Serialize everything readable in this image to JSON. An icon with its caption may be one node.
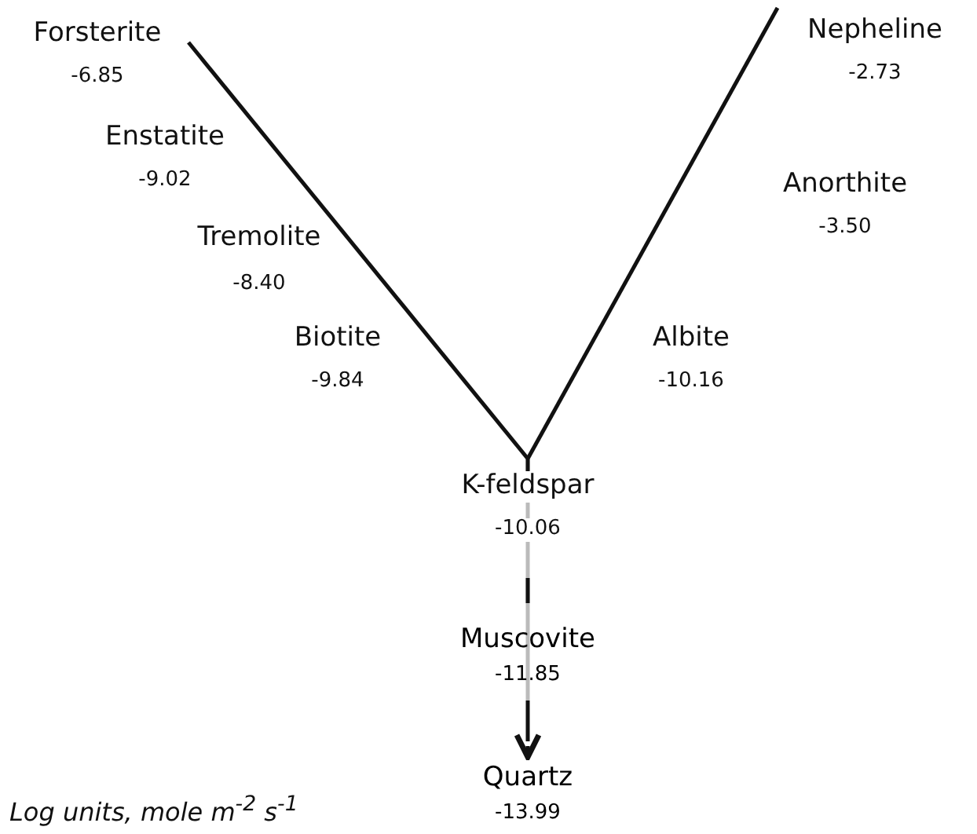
{
  "diagram": {
    "nodes": [
      {
        "text": [
          "Muscovite",
          "-11.85"
        ]
      },
      {
        "text": [
          "Quartz",
          "-13.99"
        ]
      }
    ],
    "edges": [
      {
        "from": 0,
        "to": 1,
        "arrow": "to",
        "style": "dashed"
      }
    ],
    "labels": [
      "Forsterite",
      "Nepheline",
      "-6.85",
      "-2.73",
      "Enstatite",
      "-9.02",
      "Anorthite",
      "Tremolite",
      "-3.50",
      "-8.40",
      "Biotite",
      "Albite",
      "-9.84",
      "-10.16",
      "K-feldspar",
      "-10.06",
      "Log units, mole m$^{-2}$ s$^{-1}$"
    ]
  }
}
